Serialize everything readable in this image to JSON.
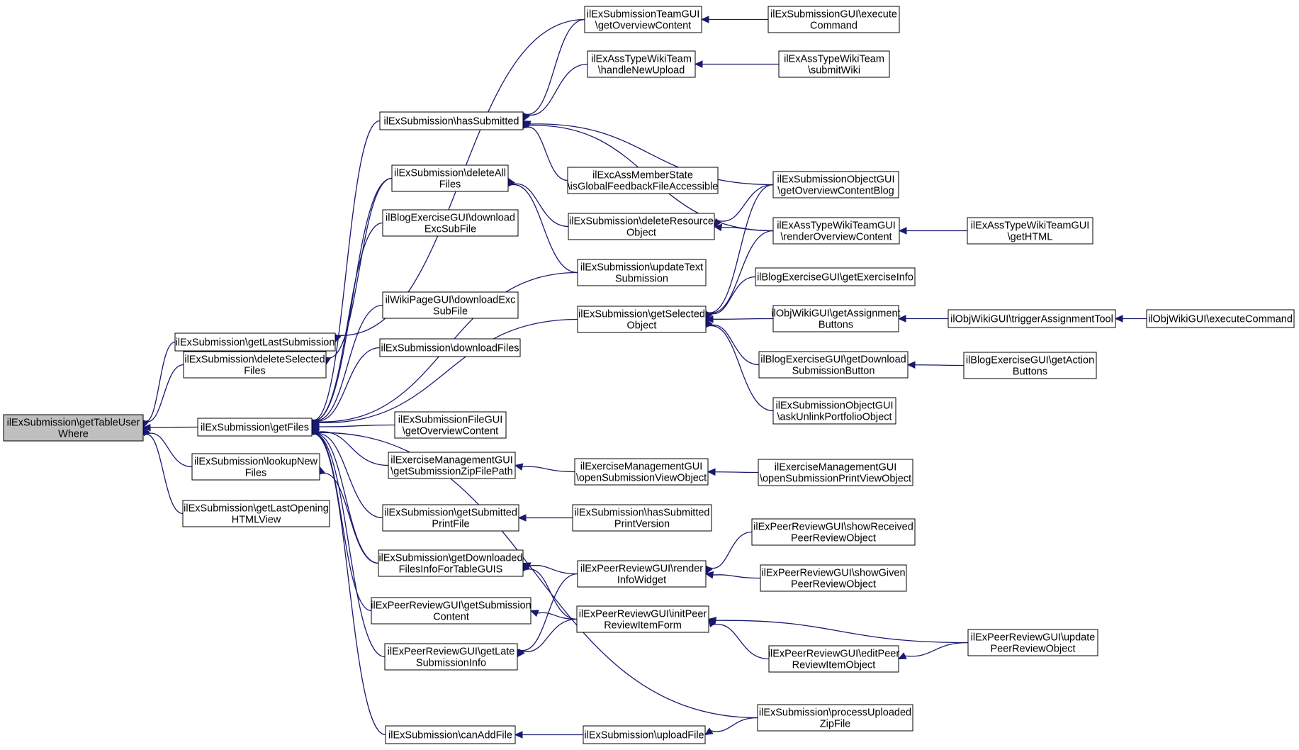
{
  "diagram": {
    "colors": {
      "edge": "#191970",
      "node_border": "#000000",
      "node_fill": "#ffffff",
      "focus_fill": "#bfbfbf",
      "background": "#ffffff"
    },
    "nodes": [
      {
        "id": "n0",
        "lines": [
          "ilExSubmission\\getTableUser",
          "Where"
        ],
        "focus": true
      },
      {
        "id": "n1",
        "lines": [
          "ilExSubmission\\getLastSubmission"
        ]
      },
      {
        "id": "n2",
        "lines": [
          "ilExSubmission\\deleteSelected",
          "Files"
        ]
      },
      {
        "id": "n3",
        "lines": [
          "ilExSubmission\\getFiles"
        ]
      },
      {
        "id": "n4",
        "lines": [
          "ilExSubmission\\lookupNew",
          "Files"
        ]
      },
      {
        "id": "n5",
        "lines": [
          "ilExSubmission\\getLastOpening",
          "HTMLView"
        ]
      },
      {
        "id": "n6",
        "lines": [
          "ilExSubmission\\hasSubmitted"
        ]
      },
      {
        "id": "n7",
        "lines": [
          "ilExSubmission\\deleteAll",
          "Files"
        ]
      },
      {
        "id": "n8",
        "lines": [
          "ilBlogExerciseGUI\\download",
          "ExcSubFile"
        ]
      },
      {
        "id": "n9",
        "lines": [
          "ilWikiPageGUI\\downloadExc",
          "SubFile"
        ]
      },
      {
        "id": "n10",
        "lines": [
          "ilExSubmission\\downloadFiles"
        ]
      },
      {
        "id": "n11",
        "lines": [
          "ilExSubmissionFileGUI",
          "\\getOverviewContent"
        ]
      },
      {
        "id": "n12",
        "lines": [
          "ilExerciseManagementGUI",
          "\\getSubmissionZipFilePath"
        ]
      },
      {
        "id": "n13",
        "lines": [
          "ilExSubmission\\getSubmitted",
          "PrintFile"
        ]
      },
      {
        "id": "n14",
        "lines": [
          "ilExSubmission\\getDownloaded",
          "FilesInfoForTableGUIS"
        ]
      },
      {
        "id": "n15",
        "lines": [
          "ilExPeerReviewGUI\\getSubmission",
          "Content"
        ]
      },
      {
        "id": "n16",
        "lines": [
          "ilExPeerReviewGUI\\getLate",
          "SubmissionInfo"
        ]
      },
      {
        "id": "n17",
        "lines": [
          "ilExSubmission\\canAddFile"
        ]
      },
      {
        "id": "n18",
        "lines": [
          "ilExSubmissionTeamGUI",
          "\\getOverviewContent"
        ]
      },
      {
        "id": "n19",
        "lines": [
          "ilExAssTypeWikiTeam",
          "\\handleNewUpload"
        ]
      },
      {
        "id": "n20",
        "lines": [
          "ilExcAssMemberState",
          "\\isGlobalFeedbackFileAccessible"
        ]
      },
      {
        "id": "n21",
        "lines": [
          "ilExSubmission\\deleteResource",
          "Object"
        ]
      },
      {
        "id": "n22",
        "lines": [
          "ilExSubmission\\updateText",
          "Submission"
        ]
      },
      {
        "id": "n23",
        "lines": [
          "ilExSubmission\\getSelected",
          "Object"
        ]
      },
      {
        "id": "n24",
        "lines": [
          "ilExerciseManagementGUI",
          "\\openSubmissionViewObject"
        ]
      },
      {
        "id": "n25",
        "lines": [
          "ilExSubmission\\hasSubmitted",
          "PrintVersion"
        ]
      },
      {
        "id": "n26",
        "lines": [
          "ilExPeerReviewGUI\\render",
          "InfoWidget"
        ]
      },
      {
        "id": "n27",
        "lines": [
          "ilExPeerReviewGUI\\initPeer",
          "ReviewItemForm"
        ]
      },
      {
        "id": "n28",
        "lines": [
          "ilExSubmission\\uploadFile"
        ]
      },
      {
        "id": "n29",
        "lines": [
          "ilExSubmissionGUI\\execute",
          "Command"
        ]
      },
      {
        "id": "n30",
        "lines": [
          "ilExAssTypeWikiTeam",
          "\\submitWiki"
        ]
      },
      {
        "id": "n31",
        "lines": [
          "ilExSubmissionObjectGUI",
          "\\getOverviewContentBlog"
        ]
      },
      {
        "id": "n32",
        "lines": [
          "ilExAssTypeWikiTeamGUI",
          "\\renderOverviewContent"
        ]
      },
      {
        "id": "n33",
        "lines": [
          "ilBlogExerciseGUI\\getExerciseInfo"
        ]
      },
      {
        "id": "n34",
        "lines": [
          "ilObjWikiGUI\\getAssignment",
          "Buttons"
        ]
      },
      {
        "id": "n35",
        "lines": [
          "ilBlogExerciseGUI\\getDownload",
          "SubmissionButton"
        ]
      },
      {
        "id": "n36",
        "lines": [
          "ilExSubmissionObjectGUI",
          "\\askUnlinkPortfolioObject"
        ]
      },
      {
        "id": "n37",
        "lines": [
          "ilExerciseManagementGUI",
          "\\openSubmissionPrintViewObject"
        ]
      },
      {
        "id": "n38",
        "lines": [
          "ilExPeerReviewGUI\\showReceived",
          "PeerReviewObject"
        ]
      },
      {
        "id": "n39",
        "lines": [
          "ilExPeerReviewGUI\\showGiven",
          "PeerReviewObject"
        ]
      },
      {
        "id": "n40",
        "lines": [
          "ilExPeerReviewGUI\\editPeer",
          "ReviewItemObject"
        ]
      },
      {
        "id": "n41",
        "lines": [
          "ilExSubmission\\processUploaded",
          "ZipFile"
        ]
      },
      {
        "id": "n42",
        "lines": [
          "ilExAssTypeWikiTeamGUI",
          "\\getHTML"
        ]
      },
      {
        "id": "n43",
        "lines": [
          "ilObjWikiGUI\\triggerAssignmentTool"
        ]
      },
      {
        "id": "n44",
        "lines": [
          "ilBlogExerciseGUI\\getAction",
          "Buttons"
        ]
      },
      {
        "id": "n45",
        "lines": [
          "ilExPeerReviewGUI\\update",
          "PeerReviewObject"
        ]
      },
      {
        "id": "n46",
        "lines": [
          "ilObjWikiGUI\\executeCommand"
        ]
      }
    ],
    "edges": [
      [
        "n1",
        "n0"
      ],
      [
        "n2",
        "n0"
      ],
      [
        "n3",
        "n0"
      ],
      [
        "n4",
        "n0"
      ],
      [
        "n5",
        "n0"
      ],
      [
        "n18",
        "n1"
      ],
      [
        "n7",
        "n2"
      ],
      [
        "n6",
        "n3"
      ],
      [
        "n7",
        "n3"
      ],
      [
        "n8",
        "n3"
      ],
      [
        "n9",
        "n3"
      ],
      [
        "n10",
        "n3"
      ],
      [
        "n11",
        "n3"
      ],
      [
        "n12",
        "n3"
      ],
      [
        "n13",
        "n3"
      ],
      [
        "n14",
        "n3"
      ],
      [
        "n15",
        "n3"
      ],
      [
        "n16",
        "n3"
      ],
      [
        "n17",
        "n3"
      ],
      [
        "n22",
        "n3"
      ],
      [
        "n23",
        "n3"
      ],
      [
        "n41",
        "n3"
      ],
      [
        "n14",
        "n4"
      ],
      [
        "n18",
        "n6"
      ],
      [
        "n19",
        "n6"
      ],
      [
        "n20",
        "n6"
      ],
      [
        "n31",
        "n6"
      ],
      [
        "n32",
        "n6"
      ],
      [
        "n21",
        "n7"
      ],
      [
        "n22",
        "n7"
      ],
      [
        "n24",
        "n12"
      ],
      [
        "n25",
        "n13"
      ],
      [
        "n26",
        "n14"
      ],
      [
        "n27",
        "n14"
      ],
      [
        "n27",
        "n15"
      ],
      [
        "n26",
        "n16"
      ],
      [
        "n27",
        "n16"
      ],
      [
        "n28",
        "n17"
      ],
      [
        "n29",
        "n18"
      ],
      [
        "n30",
        "n19"
      ],
      [
        "n31",
        "n21"
      ],
      [
        "n32",
        "n21"
      ],
      [
        "n31",
        "n23"
      ],
      [
        "n32",
        "n23"
      ],
      [
        "n33",
        "n23"
      ],
      [
        "n34",
        "n23"
      ],
      [
        "n35",
        "n23"
      ],
      [
        "n36",
        "n23"
      ],
      [
        "n37",
        "n24"
      ],
      [
        "n38",
        "n26"
      ],
      [
        "n39",
        "n26"
      ],
      [
        "n40",
        "n27"
      ],
      [
        "n45",
        "n27"
      ],
      [
        "n41",
        "n28"
      ],
      [
        "n42",
        "n32"
      ],
      [
        "n43",
        "n34"
      ],
      [
        "n44",
        "n35"
      ],
      [
        "n45",
        "n40"
      ],
      [
        "n46",
        "n43"
      ]
    ]
  }
}
